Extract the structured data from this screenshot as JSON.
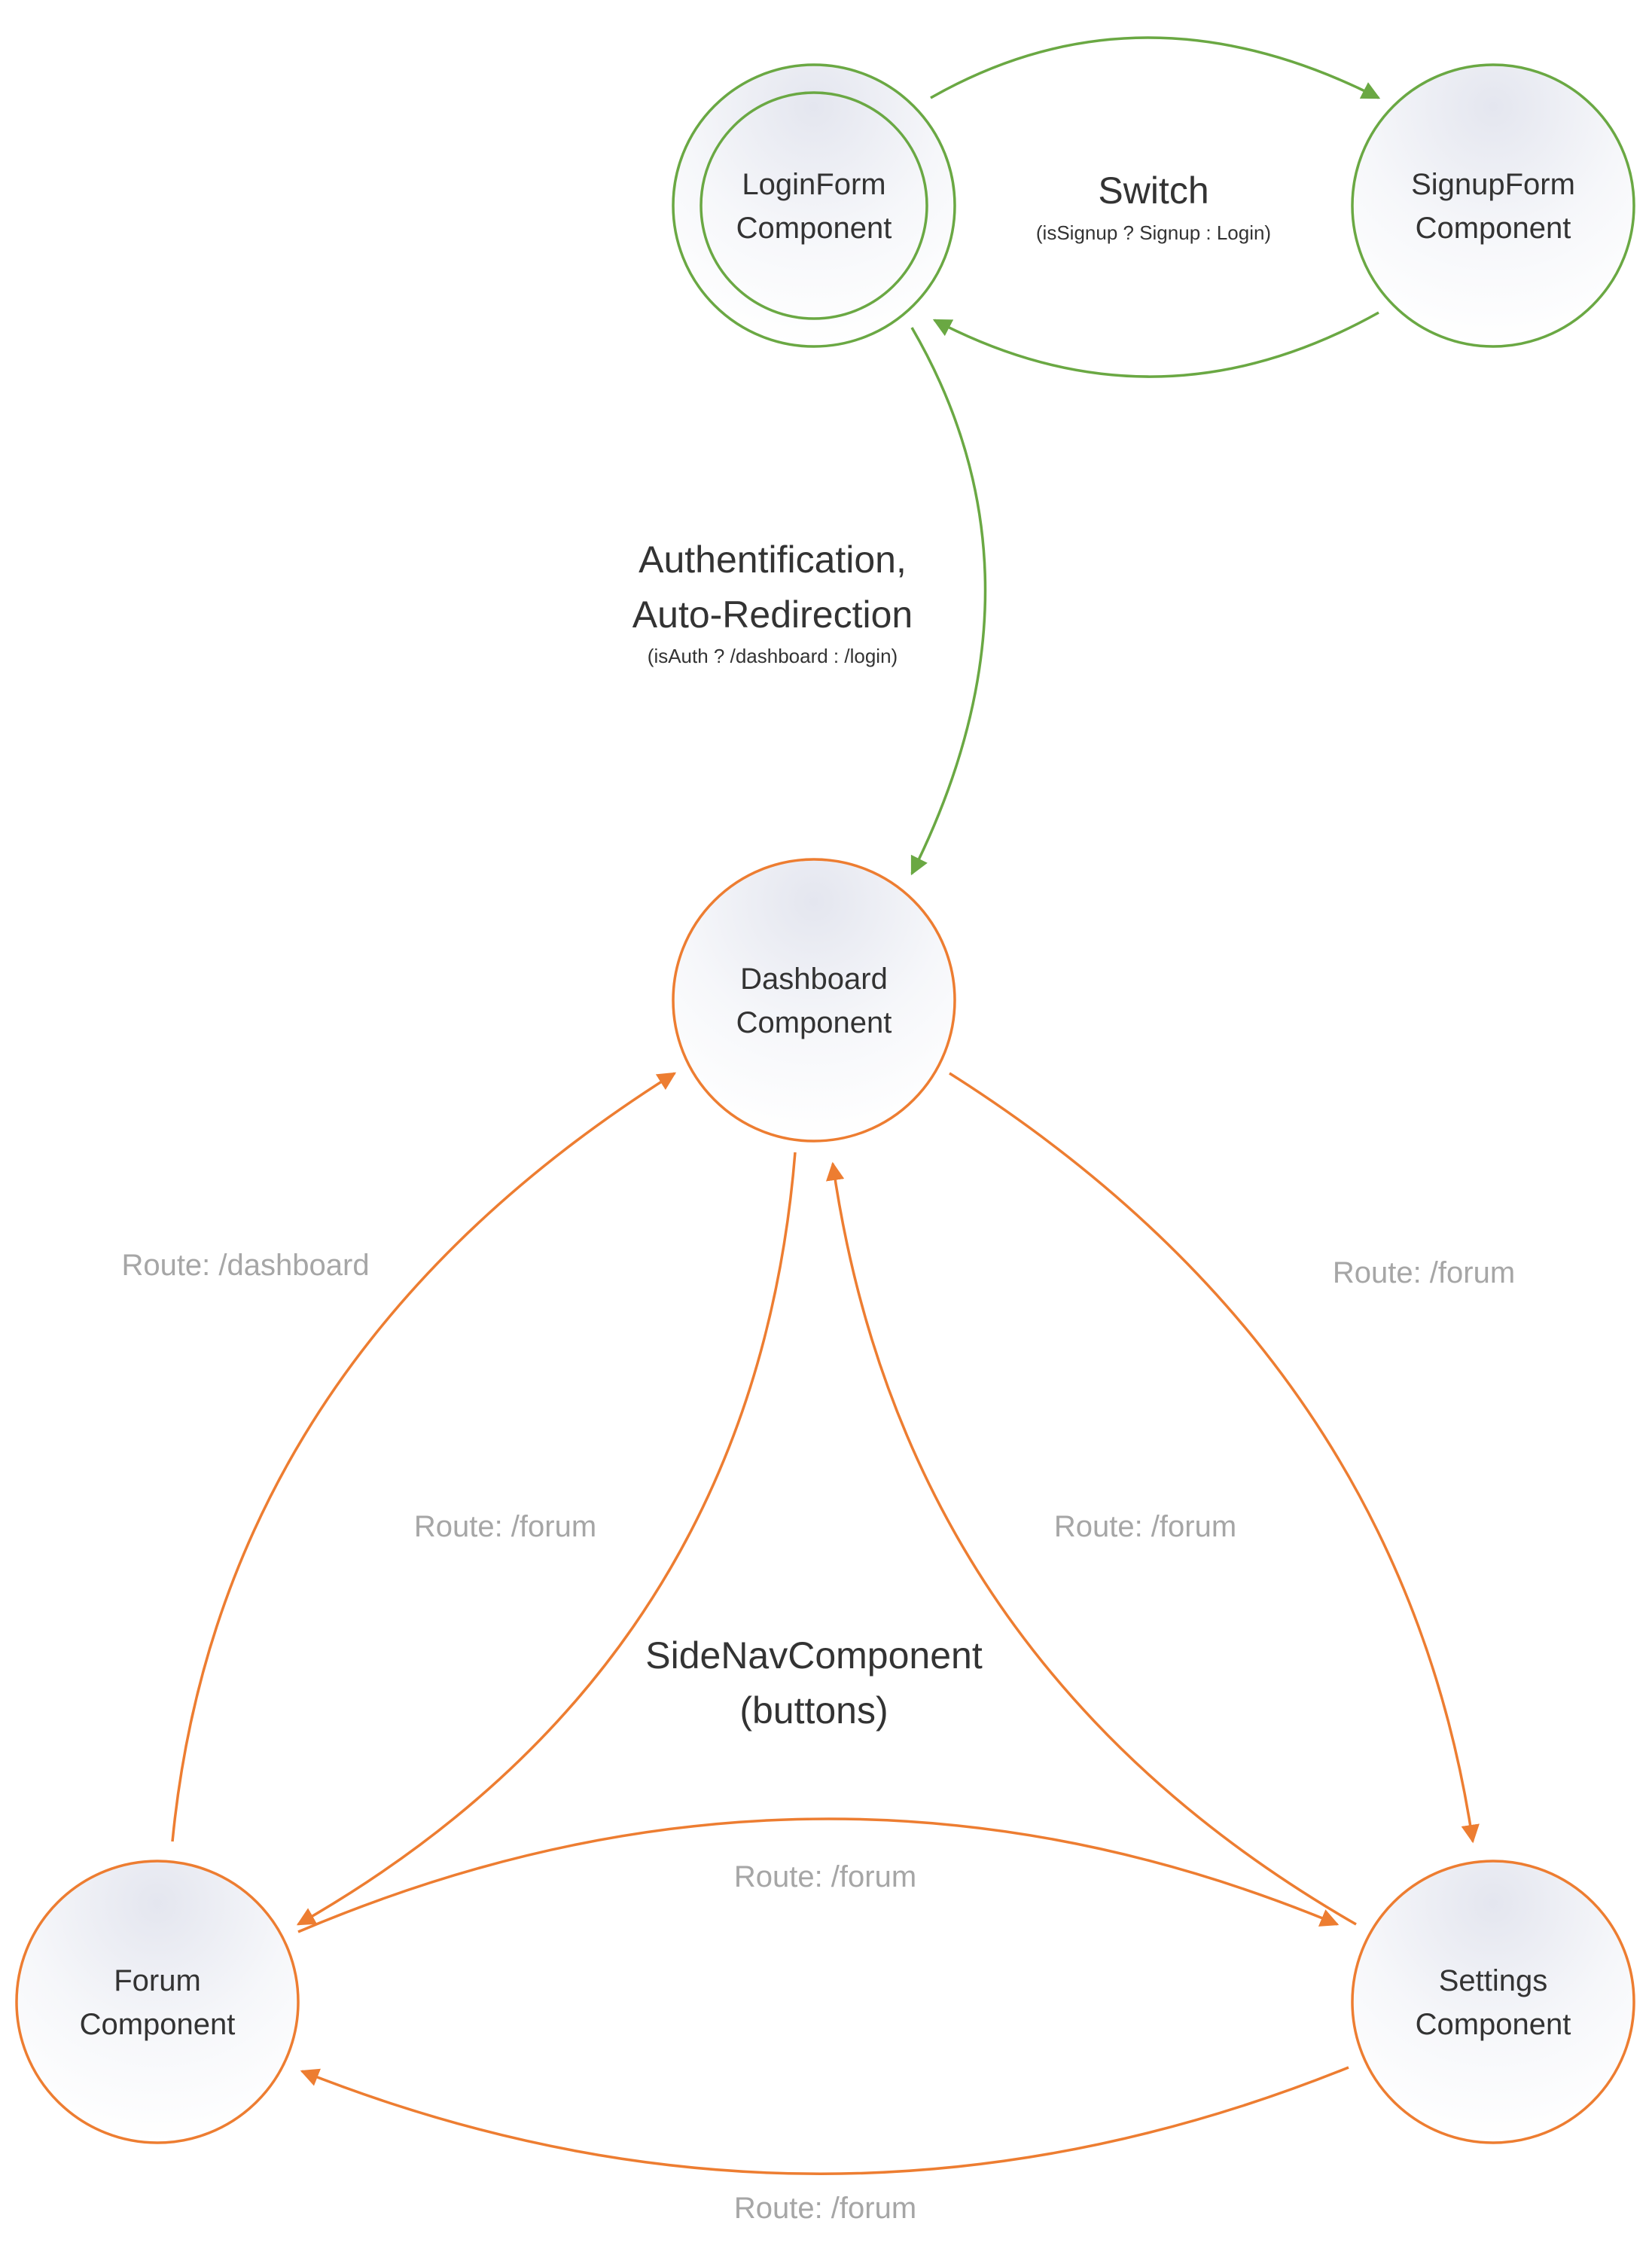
{
  "colors": {
    "green": "#6aa843",
    "orange": "#ed7d31",
    "text": "#333333",
    "muted": "#a6a6a6",
    "node_fill_light": "#ffffff",
    "node_fill_dark": "#e4e6ef"
  },
  "nodes": {
    "login": {
      "line1": "LoginForm",
      "line2": "Component"
    },
    "signup": {
      "line1": "SignupForm",
      "line2": "Component"
    },
    "dashboard": {
      "line1": "Dashboard",
      "line2": "Component"
    },
    "forum": {
      "line1": "Forum",
      "line2": "Component"
    },
    "settings": {
      "line1": "Settings",
      "line2": "Component"
    }
  },
  "labels": {
    "switch_title": "Switch",
    "switch_sub": "(isSignup ? Signup : Login)",
    "auth_line1": "Authentification,",
    "auth_line2": "Auto-Redirection",
    "auth_sub": "(isAuth ? /dashboard : /login)",
    "sidenav_line1": "SideNavComponent",
    "sidenav_line2": "(buttons)",
    "route_forum_to_dashboard": "Route: /dashboard",
    "route_dashboard_to_settings": "Route: /forum",
    "route_dashboard_to_forum": "Route: /forum",
    "route_settings_to_dashboard": "Route: /forum",
    "route_forum_to_settings": "Route: /forum",
    "route_settings_to_forum": "Route: /forum"
  }
}
